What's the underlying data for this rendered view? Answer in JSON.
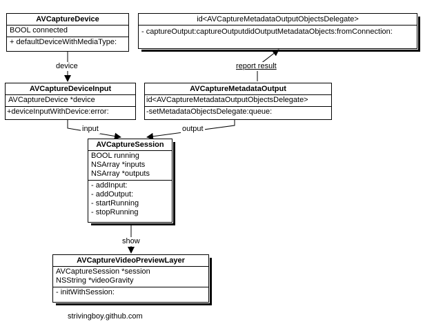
{
  "classes": {
    "device": {
      "name": "AVCaptureDevice",
      "attrs": [
        "BOOL connected"
      ],
      "methods": [
        "+ defaultDeviceWithMediaType:"
      ]
    },
    "delegate": {
      "name": "id<AVCaptureMetadataOutputObjectsDelegate>",
      "methods": [
        "- captureOutput:captureOutputdidOutputMetadataObjects:fromConnection:"
      ]
    },
    "input": {
      "name": "AVCaptureDeviceInput",
      "attrs": [
        "AVCaptureDevice *device"
      ],
      "methods": [
        "+deviceInputWithDevice:error:"
      ]
    },
    "output": {
      "name": "AVCaptureMetadataOutput",
      "attrs": [
        "id<AVCaptureMetadataOutputObjectsDelegate>"
      ],
      "methods": [
        "-setMetadataObjectsDelegate:queue:"
      ]
    },
    "session": {
      "name": "AVCaptureSession",
      "attrs": [
        "BOOL running",
        "NSArray *inputs",
        "NSArray *outputs"
      ],
      "methods": [
        "- addInput:",
        "- addOutput:",
        "- startRunning",
        "- stopRunning"
      ]
    },
    "preview": {
      "name": "AVCaptureVideoPreviewLayer",
      "attrs": [
        "AVCaptureSession *session",
        "NSString *videoGravity"
      ],
      "methods": [
        "- initWithSession:"
      ]
    }
  },
  "edges": {
    "device": "device",
    "report": "report result",
    "input": "input",
    "output": "output",
    "show": "show"
  },
  "footer": "strivingboy.github.com"
}
